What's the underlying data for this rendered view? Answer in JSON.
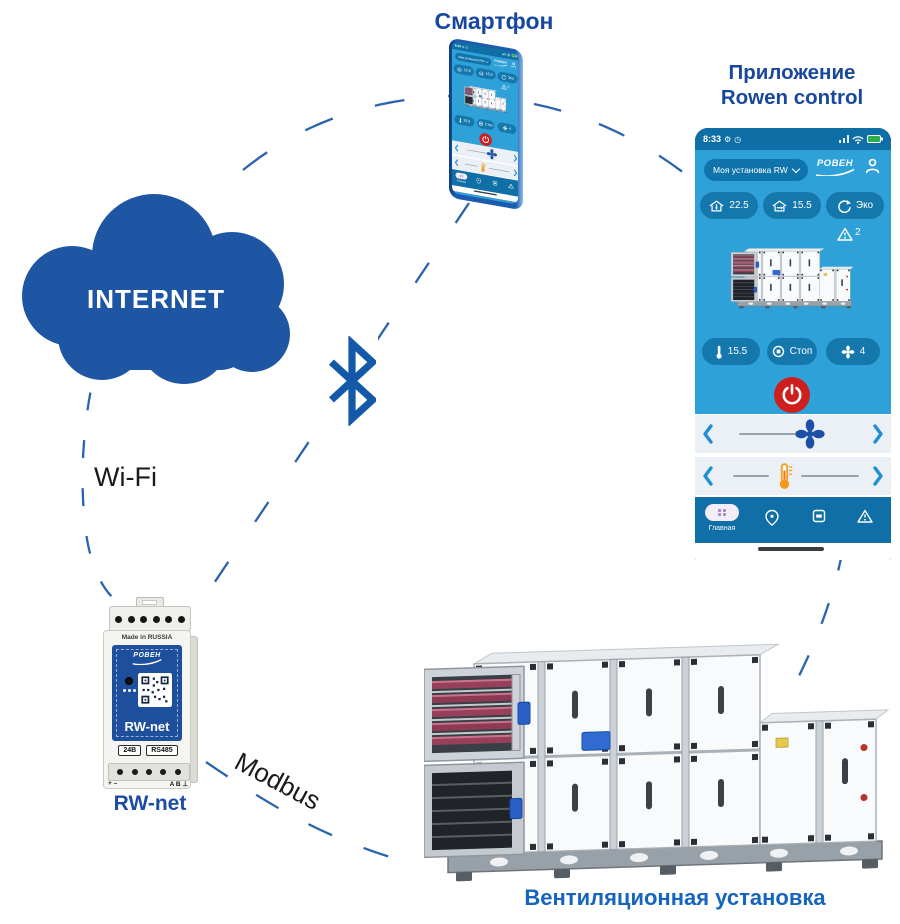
{
  "titles": {
    "smartphone": "Смартфон",
    "app_line1": "Приложение",
    "app_line2": "Rowen control",
    "internet": "INTERNET",
    "rwnet_caption": "RW-net",
    "ahu_caption": "Вентиляционная установка"
  },
  "connections": {
    "wifi": "Wi-Fi",
    "modbus": "Modbus"
  },
  "app": {
    "status": {
      "time": "8:33"
    },
    "header": {
      "selector": "Моя установка RW",
      "brand": "РОВЕН"
    },
    "metrics": {
      "supply": "22.5",
      "extract": "15.5",
      "mode": "Эко"
    },
    "alerts": "2",
    "controls": {
      "temp": "15.5",
      "state": "Стоп",
      "speed": "4"
    },
    "nav": {
      "home": "Главная"
    }
  },
  "device": {
    "made_in": "Made in RUSSIA",
    "brand": "РОВЕН",
    "model": "RW-net",
    "power_label": "24В",
    "bus_label": "RS485",
    "power_terminals": "+  –",
    "bus_terminals": "A B ⊥"
  },
  "icons": {
    "bluetooth": "bluetooth-rune",
    "settings": "gear",
    "clock": "clock-quadrant",
    "power": "power-symbol",
    "fan": "four-blade-fan",
    "thermometer": "thermometer",
    "eco": "recycle-arrows",
    "stop": "circle-square"
  },
  "colors": {
    "title_blue": "#17479E",
    "caption_blue": "#1565C0",
    "cloud_blue": "#1E56A4",
    "line_blue": "#2A63AE",
    "app_background": "#2EA1D8",
    "app_bar": "#0E6FA6",
    "pill_blue": "#1578AC",
    "power_red": "#CC1F1E",
    "fan_blue": "#1D4FA5",
    "thermometer_orange": "#F59A1B"
  }
}
